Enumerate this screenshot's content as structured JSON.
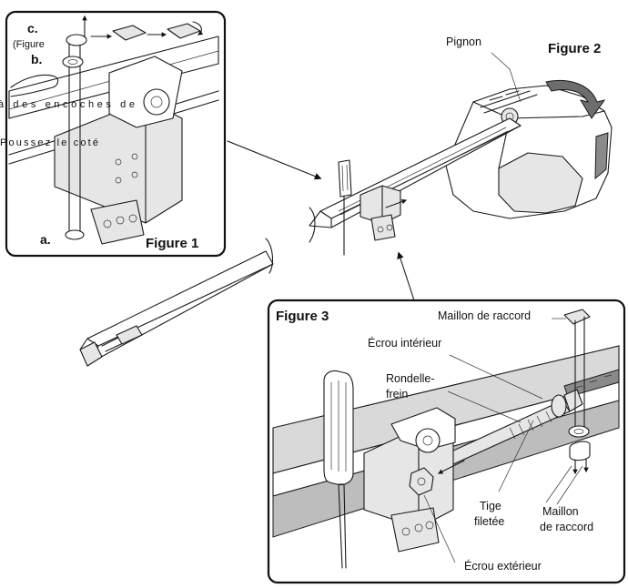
{
  "figure1": {
    "title": "Figure 1",
    "step_a": "a.",
    "step_b": "b.",
    "step_c": "c.",
    "fragment_figure": "(Figure",
    "fragment_line1": "à des encoches de",
    "fragment_line2": "Poussez le coté"
  },
  "figure2": {
    "title": "Figure 2",
    "pignon": "Pignon"
  },
  "figure3": {
    "title": "Figure 3",
    "maillon_top": "Maillon de raccord",
    "ecrou_interieur": "Écrou intérieur",
    "rondelle_1": "Rondelle-",
    "rondelle_2": "frein",
    "tige_1": "Tige",
    "tige_2": "filetée",
    "maillon_bottom_1": "Maillon",
    "maillon_bottom_2": "de raccord",
    "ecrou_exterieur": "Écrou extérieur"
  }
}
